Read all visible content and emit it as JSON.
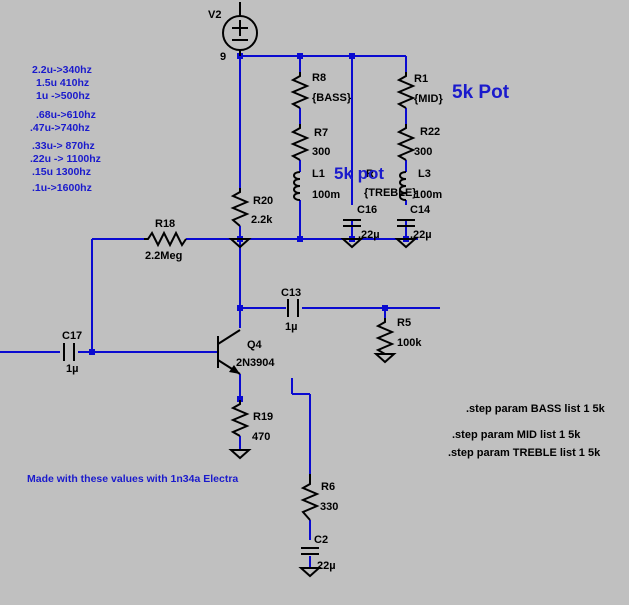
{
  "components": {
    "v2": {
      "ref": "V2",
      "value": "9"
    },
    "r8": {
      "ref": "R8",
      "value": "{BASS}"
    },
    "r1": {
      "ref": "R1",
      "value": "{MID}"
    },
    "r7": {
      "ref": "R7",
      "value": "300"
    },
    "r22": {
      "ref": "R22",
      "value": "300"
    },
    "l1": {
      "ref": "L1",
      "value": "100m"
    },
    "l3": {
      "ref": "L3",
      "value": "100m"
    },
    "r_treble": {
      "ref": "R",
      "value": "{TREBLE}"
    },
    "c16": {
      "ref": "C16",
      "value": ".22µ"
    },
    "c14": {
      "ref": "C14",
      "value": ".22µ"
    },
    "r20": {
      "ref": "R20",
      "value": "2.2k"
    },
    "r18": {
      "ref": "R18",
      "value": "2.2Meg"
    },
    "c13": {
      "ref": "C13",
      "value": "1µ"
    },
    "r5": {
      "ref": "R5",
      "value": "100k"
    },
    "c17": {
      "ref": "C17",
      "value": "1µ"
    },
    "q4": {
      "ref": "Q4",
      "value": "2N3904"
    },
    "r19": {
      "ref": "R19",
      "value": "470"
    },
    "r6": {
      "ref": "R6",
      "value": "330"
    },
    "c2": {
      "ref": "C2",
      "value": ".22µ"
    }
  },
  "annotations": {
    "pot_5k_upper": "5k Pot",
    "pot_5k_lower": "5k pot",
    "made_with": "Made with these values with 1n34a Electra"
  },
  "freq_notes": [
    "2.2u->340hz",
    "1.5u 410hz",
    "1u ->500hz",
    ".68u->610hz",
    ".47u->740hz",
    ".33u-> 870hz",
    ".22u -> 1100hz",
    ".15u 1300hz",
    ".1u->1600hz"
  ],
  "step_directives": [
    ".step param BASS list 1 5k",
    ".step param MID list 1 5k",
    ".step param TREBLE list 1 5k"
  ],
  "colors": {
    "background": "#c0c0c0",
    "wire": "#0a0ad0",
    "annotation": "#1a1acc",
    "component": "#000000"
  }
}
